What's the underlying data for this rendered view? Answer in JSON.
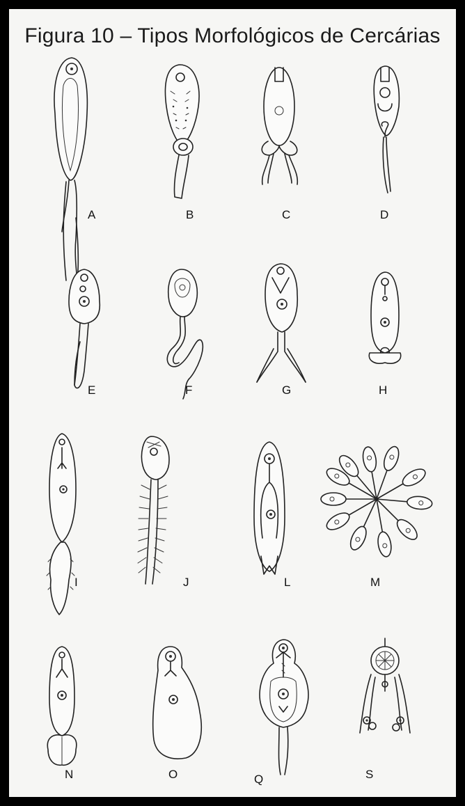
{
  "figure": {
    "title": "Figura 10 – Tipos Morfológicos de Cercárias",
    "labels": {
      "a": "A",
      "b": "B",
      "c": "C",
      "d": "D",
      "e": "E",
      "f": "F",
      "g": "G",
      "h": "H",
      "i": "I",
      "j": "J",
      "l": "L",
      "m": "M",
      "n": "N",
      "o": "O",
      "q": "Q",
      "s": "S"
    }
  },
  "colors": {
    "frame": "#000000",
    "paper": "#f6f6f4",
    "ink": "#222222"
  }
}
